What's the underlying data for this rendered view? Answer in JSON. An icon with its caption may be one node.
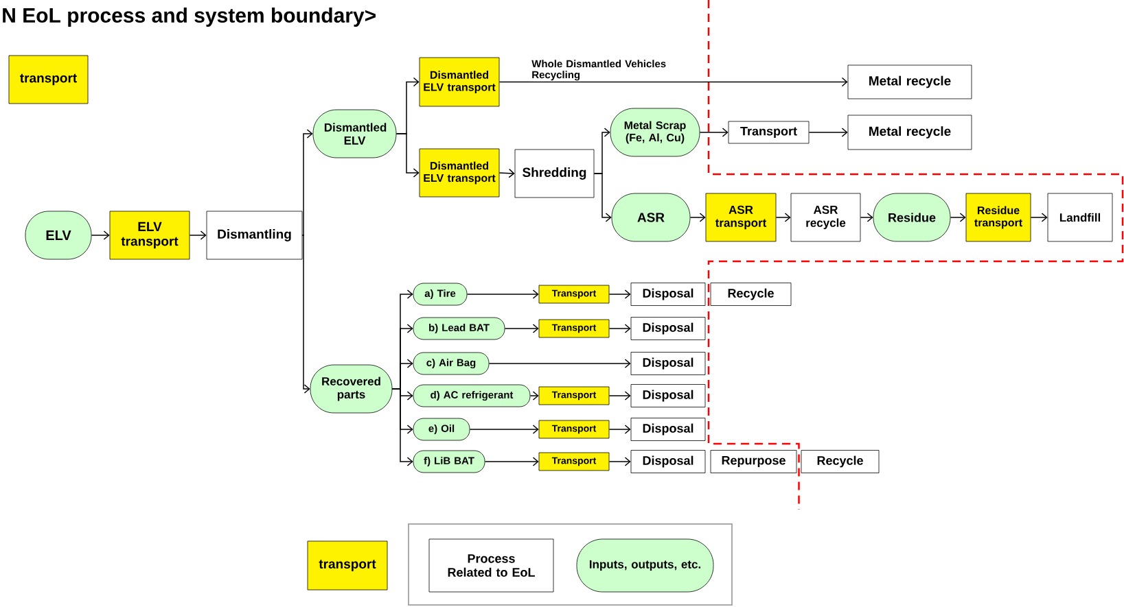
{
  "diagram": {
    "title": "N EoL process and system boundary>",
    "nodes": [
      {
        "text": [
          "transport"
        ]
      },
      {
        "text": [
          "ELV"
        ]
      },
      {
        "text": [
          "ELV transport"
        ]
      },
      {
        "text": [
          "Dismantling"
        ]
      },
      {
        "text": [
          "Dismantled ELV"
        ]
      },
      {
        "text": [
          "Dismantled ELV transport"
        ]
      },
      {
        "text": [
          "Dismantled ELV transport"
        ]
      },
      {
        "text": [
          "Shredding"
        ]
      },
      {
        "text": [
          "Metal recycle"
        ]
      },
      {
        "text": [
          "Metal Scrap (Fe, Al, Cu)"
        ]
      },
      {
        "text": [
          "Transport"
        ]
      },
      {
        "text": [
          "Metal recycle"
        ]
      },
      {
        "text": [
          "ASR"
        ]
      },
      {
        "text": [
          "ASR transport"
        ]
      },
      {
        "text": [
          "ASR recycle"
        ]
      },
      {
        "text": [
          "Residue"
        ]
      },
      {
        "text": [
          "Residue transport"
        ]
      },
      {
        "text": [
          "Landfill"
        ]
      },
      {
        "text": [
          "Recovered parts"
        ]
      },
      {
        "text": [
          "a) Tire"
        ]
      },
      {
        "text": [
          "b) Lead BAT"
        ]
      },
      {
        "text": [
          "c) Air Bag"
        ]
      },
      {
        "text": [
          "d) AC refrigerant"
        ]
      },
      {
        "text": [
          "e) Oil"
        ]
      },
      {
        "text": [
          "f) LiB BAT"
        ]
      },
      {
        "text": [
          "Transport"
        ]
      },
      {
        "text": [
          "Disposal"
        ]
      },
      {
        "text": [
          "Recycle"
        ]
      },
      {
        "text": [
          "Transport"
        ]
      },
      {
        "text": [
          "Disposal"
        ]
      },
      {
        "text": [
          "Disposal"
        ]
      },
      {
        "text": [
          "Transport"
        ]
      },
      {
        "text": [
          "Disposal"
        ]
      },
      {
        "text": [
          "Transport"
        ]
      },
      {
        "text": [
          "Disposal"
        ]
      },
      {
        "text": [
          "Transport"
        ]
      },
      {
        "text": [
          "Disposal"
        ]
      },
      {
        "text": [
          "Repurpose"
        ]
      },
      {
        "text": [
          "Recycle"
        ]
      },
      {
        "text": [
          "transport"
        ]
      },
      {
        "text": [],
        "shape": "box"
      },
      {
        "text": [
          "Process Related to EoL"
        ],
        "in": 40
      },
      {
        "text": [
          "Inputs, outputs, etc."
        ],
        "in": 40
      }
    ],
    "edges": [
      {
        "from": 1,
        "to": 2,
        "arrow": "to"
      },
      {
        "from": 2,
        "to": 3,
        "arrow": "to"
      },
      {
        "from": 3,
        "to": 4,
        "arrow": "to"
      },
      {
        "from": 3,
        "to": 18,
        "arrow": "to"
      },
      {
        "from": 4,
        "to": 5,
        "arrow": "to"
      },
      {
        "from": 4,
        "to": 6,
        "arrow": "to"
      },
      {
        "from": 5,
        "to": 8,
        "arrow": "to",
        "label": "Whole Dismantled Vehicles Recycling"
      },
      {
        "from": 6,
        "to": 7,
        "arrow": "to"
      },
      {
        "from": 7,
        "to": 9,
        "arrow": "to"
      },
      {
        "from": 7,
        "to": 12,
        "arrow": "to"
      },
      {
        "from": 9,
        "to": 10,
        "arrow": "to"
      },
      {
        "from": 10,
        "to": 11,
        "arrow": "to"
      },
      {
        "from": 12,
        "to": 13,
        "arrow": "to"
      },
      {
        "from": 13,
        "to": 14,
        "arrow": "to"
      },
      {
        "from": 14,
        "to": 15,
        "arrow": "to"
      },
      {
        "from": 15,
        "to": 16,
        "arrow": "to"
      },
      {
        "from": 16,
        "to": 17,
        "arrow": "to"
      },
      {
        "from": 18,
        "to": 19,
        "arrow": "to"
      },
      {
        "from": 18,
        "to": 20,
        "arrow": "to"
      },
      {
        "from": 18,
        "to": 21,
        "arrow": "to"
      },
      {
        "from": 18,
        "to": 22,
        "arrow": "to"
      },
      {
        "from": 18,
        "to": 23,
        "arrow": "to"
      },
      {
        "from": 18,
        "to": 24,
        "arrow": "to"
      },
      {
        "from": 19,
        "to": 25,
        "arrow": "to"
      },
      {
        "from": 25,
        "to": 26,
        "arrow": "to"
      },
      {
        "from": 20,
        "to": 28,
        "arrow": "to"
      },
      {
        "from": 28,
        "to": 29,
        "arrow": "to"
      },
      {
        "from": 21,
        "to": 30,
        "arrow": "to"
      },
      {
        "from": 22,
        "to": 31,
        "arrow": "to"
      },
      {
        "from": 31,
        "to": 32,
        "arrow": "to"
      },
      {
        "from": 23,
        "to": 33,
        "arrow": "to"
      },
      {
        "from": 33,
        "to": 34,
        "arrow": "to"
      },
      {
        "from": 24,
        "to": 35,
        "arrow": "to"
      },
      {
        "from": 35,
        "to": 36,
        "arrow": "to"
      }
    ]
  }
}
